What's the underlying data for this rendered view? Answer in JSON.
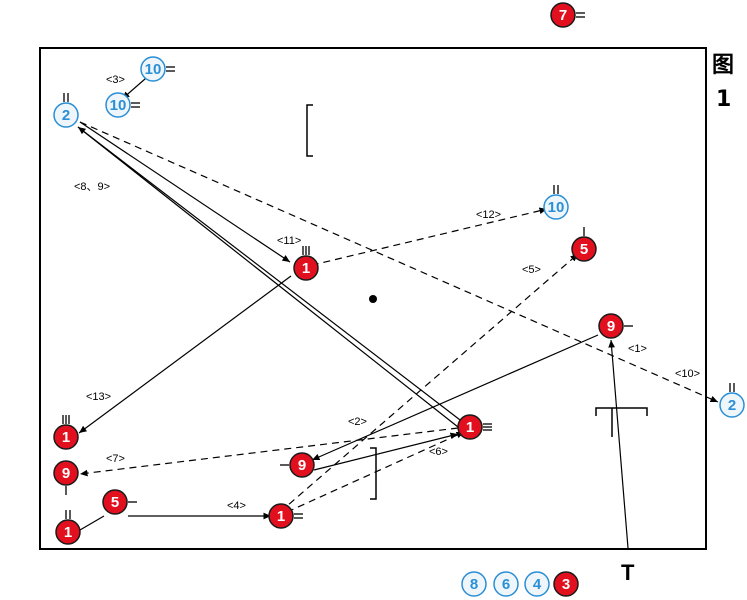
{
  "figure": {
    "title_line1": "图",
    "title_line2": "1",
    "T_marker": "T"
  },
  "colors": {
    "red_fill": "#e2101f",
    "red_border": "#1a1a1a",
    "blue_text": "#2a8fd6",
    "blue_fill": "#eef6fb",
    "line": "#000000"
  },
  "players": [
    {
      "id": "p-red7-top",
      "num": "7",
      "team": "red",
      "mark": "2h"
    },
    {
      "id": "p-blue10-a",
      "num": "10",
      "team": "blue",
      "mark": "2h"
    },
    {
      "id": "p-blue10-b",
      "num": "10",
      "team": "blue",
      "mark": "2h"
    },
    {
      "id": "p-blue2-left",
      "num": "2",
      "team": "blue",
      "mark": "2v"
    },
    {
      "id": "p-blue10-right",
      "num": "10",
      "team": "blue",
      "mark": "2v"
    },
    {
      "id": "p-red5-right",
      "num": "5",
      "team": "red",
      "mark": "1v"
    },
    {
      "id": "p-red1-center",
      "num": "1",
      "team": "red",
      "mark": "3v"
    },
    {
      "id": "p-red9-right",
      "num": "9",
      "team": "red",
      "mark": "1h"
    },
    {
      "id": "p-blue2-edge",
      "num": "2",
      "team": "blue",
      "mark": "2v"
    },
    {
      "id": "p-red1-left",
      "num": "1",
      "team": "red",
      "mark": "3v"
    },
    {
      "id": "p-red1-midright",
      "num": "1",
      "team": "red",
      "mark": "3h"
    },
    {
      "id": "p-red9-left",
      "num": "9",
      "team": "red",
      "mark": "1vb"
    },
    {
      "id": "p-red9-mid",
      "num": "9",
      "team": "red",
      "mark": "1hl"
    },
    {
      "id": "p-red5-bottom",
      "num": "5",
      "team": "red",
      "mark": "1h"
    },
    {
      "id": "p-red1-bottomleft",
      "num": "1",
      "team": "red",
      "mark": "2v"
    },
    {
      "id": "p-red1-bottomcenter",
      "num": "1",
      "team": "red",
      "mark": "2h"
    },
    {
      "id": "p-blue8-bench",
      "num": "8",
      "team": "blue",
      "mark": ""
    },
    {
      "id": "p-blue6-bench",
      "num": "6",
      "team": "blue",
      "mark": ""
    },
    {
      "id": "p-blue4-bench",
      "num": "4",
      "team": "blue",
      "mark": ""
    },
    {
      "id": "p-red3-bench",
      "num": "3",
      "team": "red",
      "mark": ""
    }
  ],
  "step_labels": [
    "<3>",
    "<8、9>",
    "<11>",
    "<12>",
    "<5>",
    "<1>",
    "<10>",
    "<13>",
    "<2>",
    "<6>",
    "<7>",
    "<4>"
  ]
}
